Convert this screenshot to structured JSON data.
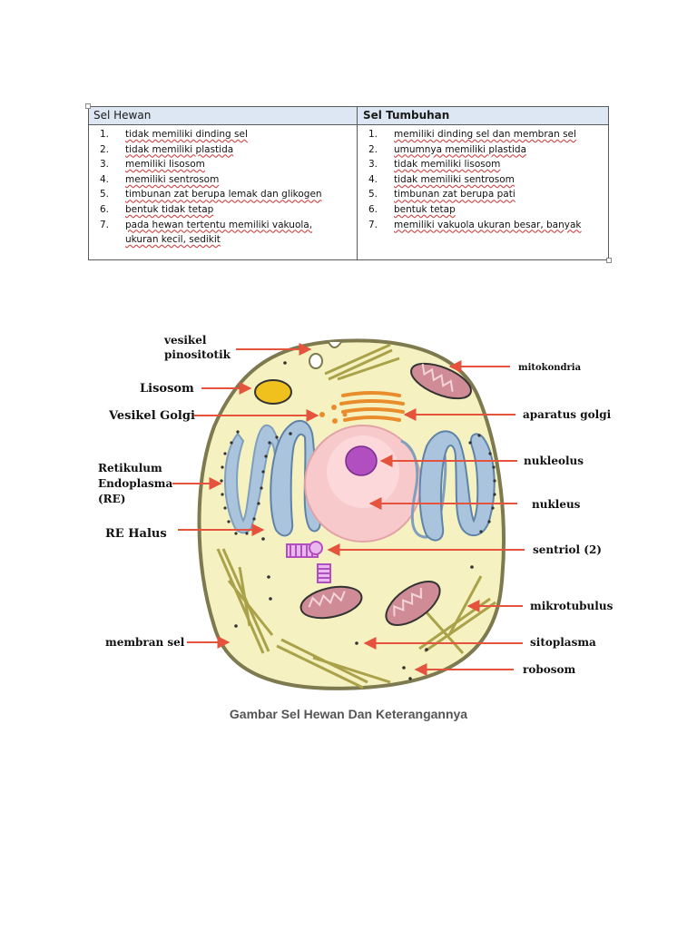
{
  "table": {
    "left_header": "Sel Hewan",
    "right_header": "Sel Tumbuhan",
    "left_items": [
      {
        "num": "1.",
        "text": "tidak memiliki dinding sel"
      },
      {
        "num": "2.",
        "text": "tidak memiliki plastida"
      },
      {
        "num": "3.",
        "text": "memiliki lisosom"
      },
      {
        "num": "4.",
        "text": "memiliki sentrosom"
      },
      {
        "num": "5.",
        "text": "timbunan zat berupa lemak dan glikogen"
      },
      {
        "num": "6.",
        "text": "bentuk tidak tetap"
      },
      {
        "num": "7.",
        "text": "pada hewan tertentu memiliki vakuola, ukuran kecil, sedikit"
      }
    ],
    "right_items": [
      {
        "num": "1.",
        "text": "memiliki dinding sel dan membran sel"
      },
      {
        "num": "2.",
        "text": "umumnya memiliki plastida"
      },
      {
        "num": "3.",
        "text": "tidak memiliki lisosom"
      },
      {
        "num": "4.",
        "text": "tidak memiliki sentrosom"
      },
      {
        "num": "5.",
        "text": "timbunan zat berupa pati"
      },
      {
        "num": "6.",
        "text": "bentuk tetap"
      },
      {
        "num": "7.",
        "text": "memiliki vakuola ukuran besar, banyak"
      }
    ]
  },
  "diagram": {
    "labels": {
      "vesikel_pinositotik_1": "vesikel",
      "vesikel_pinositotik_2": "pinositotik",
      "lisosom": "Lisosom",
      "vesikel_golgi": "Vesikel Golgi",
      "re_1": "Retikulum",
      "re_2": "Endoplasma",
      "re_3": "(RE)",
      "re_halus": "RE Halus",
      "membran_sel": "membran sel",
      "mitokondria": "mitokondria",
      "aparatus_golgi": "aparatus golgi",
      "nukleolus": "nukleolus",
      "nukleus": "nukleus",
      "sentriol": "sentriol (2)",
      "mikrotubulus": "mikrotubulus",
      "sitoplasma": "sitoplasma",
      "robosom": "robosom"
    },
    "colors": {
      "cytoplasm": "#f6f1c1",
      "membrane": "#7d7a50",
      "nucleus": "#f8c9cb",
      "nucleolus": "#b24fc0",
      "lysosome": "#f0c11c",
      "golgi": "#e98d2c",
      "mitochondria": "#cf8b96",
      "er": "#a9c4dc",
      "arrow": "#e5533d"
    }
  },
  "caption": "Gambar Sel Hewan Dan Keterangannya"
}
